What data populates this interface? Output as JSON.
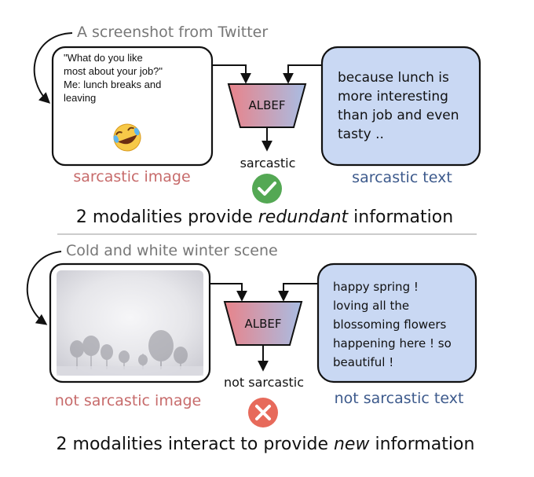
{
  "top": {
    "image_caption": "A screenshot from Twitter",
    "image_lines": [
      "\"What do you like",
      "most about your job?\"",
      "Me: lunch breaks and",
      "leaving"
    ],
    "emoji": "🤣",
    "model": "ALBEF",
    "text_lines": [
      "because lunch is",
      "more interesting",
      "than job and even",
      "tasty .."
    ],
    "output": "sarcastic",
    "output_icon": "check-icon",
    "image_label": "sarcastic image",
    "text_label": "sarcastic text",
    "conclusion": {
      "prefix": "2 modalities provide ",
      "emph": "redundant",
      "suffix": " information"
    }
  },
  "bottom": {
    "image_caption": "Cold and white winter scene",
    "model": "ALBEF",
    "text_lines": [
      "happy spring !",
      "loving all the",
      "blossoming flowers",
      "happening here ! so",
      "beautiful !"
    ],
    "output": "not sarcastic",
    "output_icon": "cross-icon",
    "image_label": "not sarcastic image",
    "text_label": "not sarcastic text",
    "conclusion": {
      "prefix": "2 modalities interact to provide ",
      "emph": "new",
      "suffix": " information"
    }
  },
  "colors": {
    "model_left": "#e8838a",
    "model_right": "#a9bde3",
    "text_box": "#c9d8f3",
    "check": "#54a854",
    "cross": "#e76a5b"
  }
}
